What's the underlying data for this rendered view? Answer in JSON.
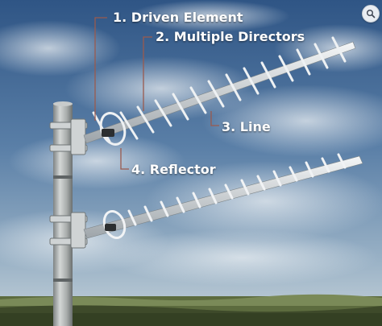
{
  "labels": {
    "driven_element": "1. Driven Element",
    "multiple_directors": "2. Multiple Directors",
    "line": "3. Line",
    "reflector": "4. Reflector"
  },
  "icons": {
    "zoom_badge": "lens-search-icon"
  },
  "colors": {
    "label_text": "#ffffff",
    "leader_line": "#9a5a4e",
    "sky": "#4a6f99",
    "antenna_metal": "#dfe3e6"
  }
}
